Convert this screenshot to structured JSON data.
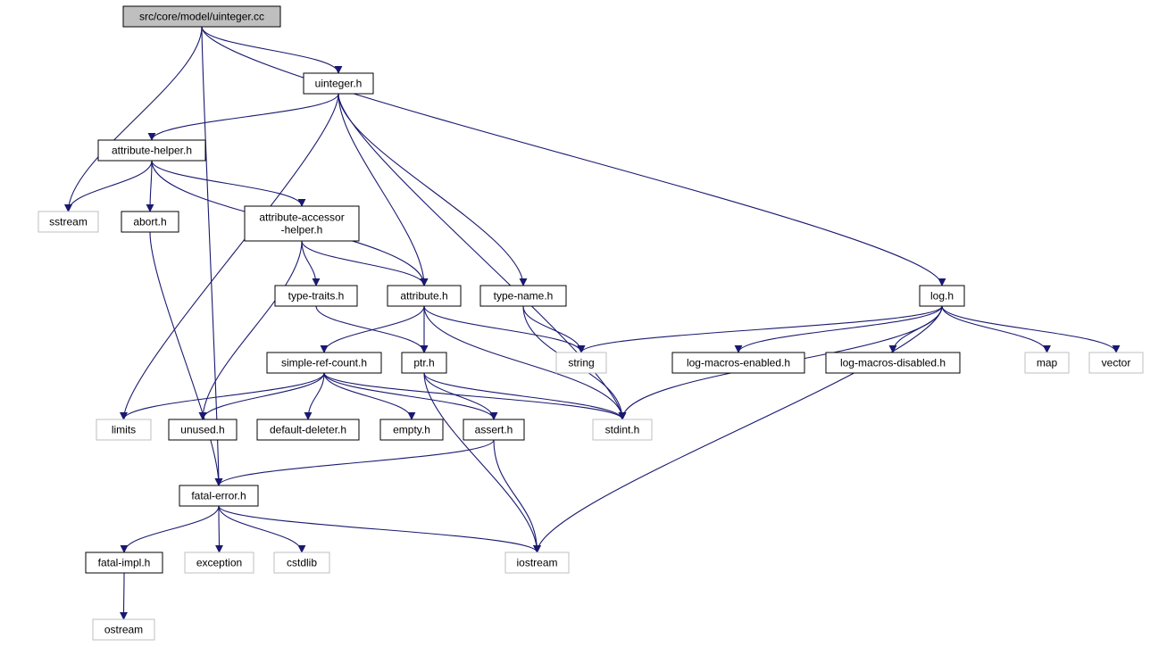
{
  "colors": {
    "edge": "#191970",
    "box_border": "#000000",
    "external_border": "#bfbfbf",
    "root_fill": "#bfbfbf",
    "background": "#ffffff"
  },
  "nodes": [
    {
      "id": "uinteger_cc",
      "label": "src/core/model/uinteger.cc",
      "kind": "root"
    },
    {
      "id": "uinteger_h",
      "label": "uinteger.h",
      "kind": "local"
    },
    {
      "id": "attribute_helper_h",
      "label": "attribute-helper.h",
      "kind": "local"
    },
    {
      "id": "sstream",
      "label": "sstream",
      "kind": "external"
    },
    {
      "id": "abort_h",
      "label": "abort.h",
      "kind": "local"
    },
    {
      "id": "attribute_accessor_helper_h",
      "label": "attribute-accessor\n-helper.h",
      "kind": "local"
    },
    {
      "id": "type_traits_h",
      "label": "type-traits.h",
      "kind": "local"
    },
    {
      "id": "attribute_h",
      "label": "attribute.h",
      "kind": "local"
    },
    {
      "id": "type_name_h",
      "label": "type-name.h",
      "kind": "local"
    },
    {
      "id": "log_h",
      "label": "log.h",
      "kind": "local"
    },
    {
      "id": "simple_ref_count_h",
      "label": "simple-ref-count.h",
      "kind": "local"
    },
    {
      "id": "ptr_h",
      "label": "ptr.h",
      "kind": "local"
    },
    {
      "id": "string",
      "label": "string",
      "kind": "external"
    },
    {
      "id": "log_macros_enabled_h",
      "label": "log-macros-enabled.h",
      "kind": "local"
    },
    {
      "id": "log_macros_disabled_h",
      "label": "log-macros-disabled.h",
      "kind": "local"
    },
    {
      "id": "map",
      "label": "map",
      "kind": "external"
    },
    {
      "id": "vector",
      "label": "vector",
      "kind": "external"
    },
    {
      "id": "limits",
      "label": "limits",
      "kind": "external"
    },
    {
      "id": "unused_h",
      "label": "unused.h",
      "kind": "local"
    },
    {
      "id": "default_deleter_h",
      "label": "default-deleter.h",
      "kind": "local"
    },
    {
      "id": "empty_h",
      "label": "empty.h",
      "kind": "local"
    },
    {
      "id": "assert_h",
      "label": "assert.h",
      "kind": "local"
    },
    {
      "id": "stdint_h",
      "label": "stdint.h",
      "kind": "external"
    },
    {
      "id": "fatal_error_h",
      "label": "fatal-error.h",
      "kind": "local"
    },
    {
      "id": "fatal_impl_h",
      "label": "fatal-impl.h",
      "kind": "local"
    },
    {
      "id": "exception",
      "label": "exception",
      "kind": "external"
    },
    {
      "id": "cstdlib",
      "label": "cstdlib",
      "kind": "external"
    },
    {
      "id": "iostream",
      "label": "iostream",
      "kind": "external"
    },
    {
      "id": "ostream",
      "label": "ostream",
      "kind": "external"
    }
  ],
  "edges": [
    {
      "from": "uinteger_cc",
      "to": "sstream"
    },
    {
      "from": "uinteger_cc",
      "to": "fatal_error_h"
    },
    {
      "from": "uinteger_cc",
      "to": "uinteger_h"
    },
    {
      "from": "uinteger_cc",
      "to": "log_h"
    },
    {
      "from": "uinteger_h",
      "to": "attribute_helper_h"
    },
    {
      "from": "uinteger_h",
      "to": "limits"
    },
    {
      "from": "uinteger_h",
      "to": "attribute_h"
    },
    {
      "from": "uinteger_h",
      "to": "type_name_h"
    },
    {
      "from": "uinteger_h",
      "to": "stdint_h"
    },
    {
      "from": "attribute_helper_h",
      "to": "sstream"
    },
    {
      "from": "attribute_helper_h",
      "to": "abort_h"
    },
    {
      "from": "attribute_helper_h",
      "to": "attribute_accessor_helper_h"
    },
    {
      "from": "attribute_helper_h",
      "to": "attribute_h"
    },
    {
      "from": "abort_h",
      "to": "fatal_error_h"
    },
    {
      "from": "attribute_accessor_helper_h",
      "to": "type_traits_h"
    },
    {
      "from": "attribute_accessor_helper_h",
      "to": "attribute_h"
    },
    {
      "from": "attribute_accessor_helper_h",
      "to": "unused_h"
    },
    {
      "from": "type_traits_h",
      "to": "ptr_h"
    },
    {
      "from": "attribute_h",
      "to": "simple_ref_count_h"
    },
    {
      "from": "attribute_h",
      "to": "ptr_h"
    },
    {
      "from": "attribute_h",
      "to": "string"
    },
    {
      "from": "attribute_h",
      "to": "stdint_h"
    },
    {
      "from": "type_name_h",
      "to": "string"
    },
    {
      "from": "type_name_h",
      "to": "stdint_h"
    },
    {
      "from": "log_h",
      "to": "string"
    },
    {
      "from": "log_h",
      "to": "log_macros_enabled_h"
    },
    {
      "from": "log_h",
      "to": "log_macros_disabled_h"
    },
    {
      "from": "log_h",
      "to": "map"
    },
    {
      "from": "log_h",
      "to": "vector"
    },
    {
      "from": "log_h",
      "to": "stdint_h"
    },
    {
      "from": "log_h",
      "to": "iostream"
    },
    {
      "from": "simple_ref_count_h",
      "to": "limits"
    },
    {
      "from": "simple_ref_count_h",
      "to": "unused_h"
    },
    {
      "from": "simple_ref_count_h",
      "to": "default_deleter_h"
    },
    {
      "from": "simple_ref_count_h",
      "to": "empty_h"
    },
    {
      "from": "simple_ref_count_h",
      "to": "assert_h"
    },
    {
      "from": "simple_ref_count_h",
      "to": "stdint_h"
    },
    {
      "from": "ptr_h",
      "to": "assert_h"
    },
    {
      "from": "ptr_h",
      "to": "stdint_h"
    },
    {
      "from": "ptr_h",
      "to": "iostream"
    },
    {
      "from": "assert_h",
      "to": "fatal_error_h"
    },
    {
      "from": "assert_h",
      "to": "iostream"
    },
    {
      "from": "fatal_error_h",
      "to": "fatal_impl_h"
    },
    {
      "from": "fatal_error_h",
      "to": "exception"
    },
    {
      "from": "fatal_error_h",
      "to": "cstdlib"
    },
    {
      "from": "fatal_error_h",
      "to": "iostream"
    },
    {
      "from": "fatal_impl_h",
      "to": "ostream"
    }
  ]
}
